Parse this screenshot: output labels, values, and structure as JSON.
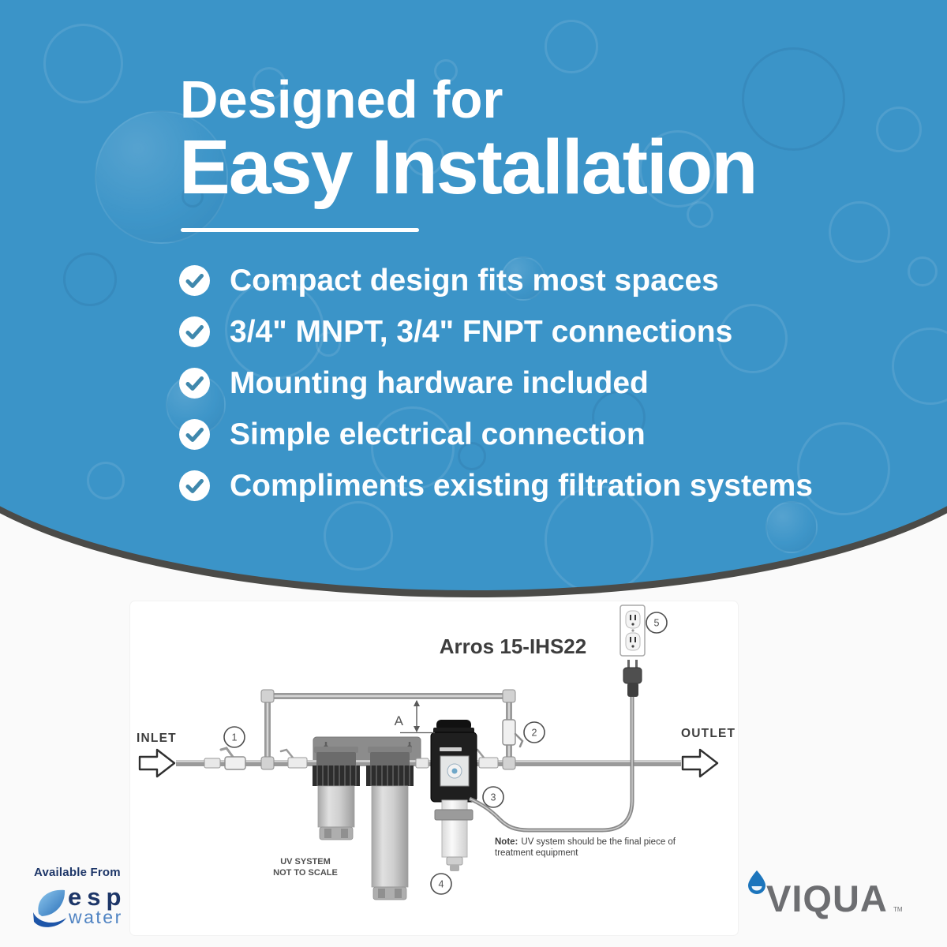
{
  "colors": {
    "hero_blue": "#3b94c8",
    "curve_stroke": "#4b4b48",
    "check_mark": "#3f88ad",
    "viqua_gray": "#6d6e71",
    "viqua_blue": "#1c75bc",
    "esp_navy": "#1d3668",
    "esp_blue": "#4f83c2"
  },
  "hero": {
    "title_line1": "Designed for",
    "title_line2": "Easy Installation",
    "features": [
      "Compact design fits most spaces",
      "3/4\" MNPT, 3/4\" FNPT connections",
      "Mounting hardware included",
      "Simple electrical connection",
      "Compliments existing filtration systems"
    ]
  },
  "diagram": {
    "model": "Arros 15-IHS22",
    "inlet_label": "INLET",
    "outlet_label": "OUTLET",
    "dimension_label": "A",
    "callouts": [
      "1",
      "2",
      "3",
      "4",
      "5"
    ],
    "scale_note": [
      "UV SYSTEM",
      "NOT TO SCALE"
    ],
    "note_label": "Note:",
    "note_line1": "UV system should be the final piece of",
    "note_line2": "treatment equipment"
  },
  "footer": {
    "available_from": "Available From",
    "esp_brand": "esp",
    "esp_sub": "water",
    "brand": "VIQUA",
    "brand_tm": "TM"
  }
}
